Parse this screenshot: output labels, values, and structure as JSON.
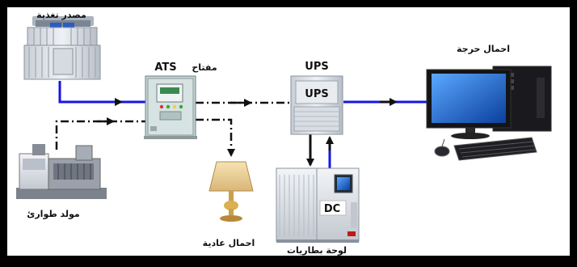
{
  "labels": {
    "power_source": "مصدر تغذية",
    "ats_switch_word": "مفتاح",
    "ats_tag": "ATS",
    "ups_title": "UPS",
    "ups_box_label": "UPS",
    "critical_loads": "احمال حرجة",
    "generator": "مولد طوارئ",
    "normal_loads": "احمال عادية",
    "battery_panel": "لوحة بطاريات",
    "dc_label": "DC"
  },
  "colors": {
    "frame": "#000000",
    "background": "#ffffff",
    "utility_line": "#1515e6",
    "generator_line": "#111111",
    "output_line": "#1515e6"
  },
  "icons": {
    "transformer": "transformer-icon",
    "generator": "generator-icon",
    "ats_cabinet": "switch-cabinet-icon",
    "ups": "ups-cabinet-icon",
    "battery": "battery-cabinet-icon",
    "lamp": "lamp-icon",
    "computer": "computer-icon"
  }
}
